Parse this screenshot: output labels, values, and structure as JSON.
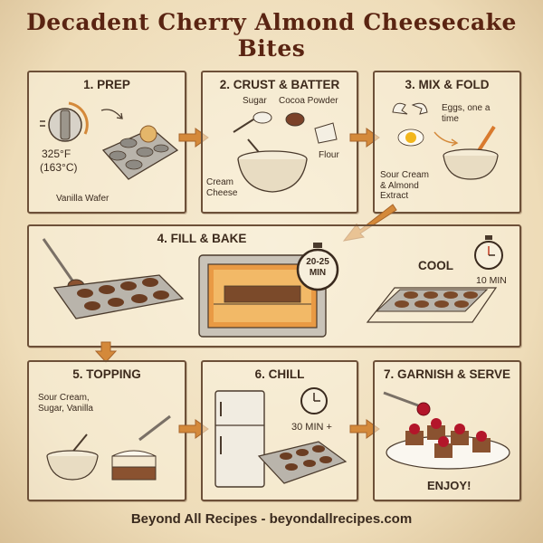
{
  "title": "Decadent Cherry Almond Cheesecake Bites",
  "steps": {
    "prep": {
      "title": "1. PREP",
      "temp": "325°F",
      "temp_c": "(163°C)",
      "wafer": "Vanilla Wafer"
    },
    "crust": {
      "title": "2. CRUST & BATTER",
      "sugar": "Sugar",
      "cocoa": "Cocoa Powder",
      "cream_cheese": "Cream Cheese",
      "flour": "Flour"
    },
    "mix": {
      "title": "3. MIX & FOLD",
      "eggs": "Eggs, one a time",
      "sour_cream": "Sour Cream & Almond Extract"
    },
    "fill": {
      "title": "4. FILL & BAKE",
      "time": "20-25 MIN"
    },
    "cool": {
      "title": "COOL",
      "time": "10 MIN"
    },
    "topping": {
      "title": "5. TOPPING",
      "ingredients": "Sour Cream, Sugar, Vanilla"
    },
    "chill": {
      "title": "6. CHILL",
      "time": "30 MIN +"
    },
    "serve": {
      "title": "7. GARNISH & SERVE",
      "enjoy": "ENJOY!"
    }
  },
  "footer": "Beyond All Recipes - beyondallrecipes.com",
  "colors": {
    "title": "#5a2412",
    "arrow": "#d4893a",
    "cherry": "#b3162a",
    "crust": "#8a5230"
  }
}
